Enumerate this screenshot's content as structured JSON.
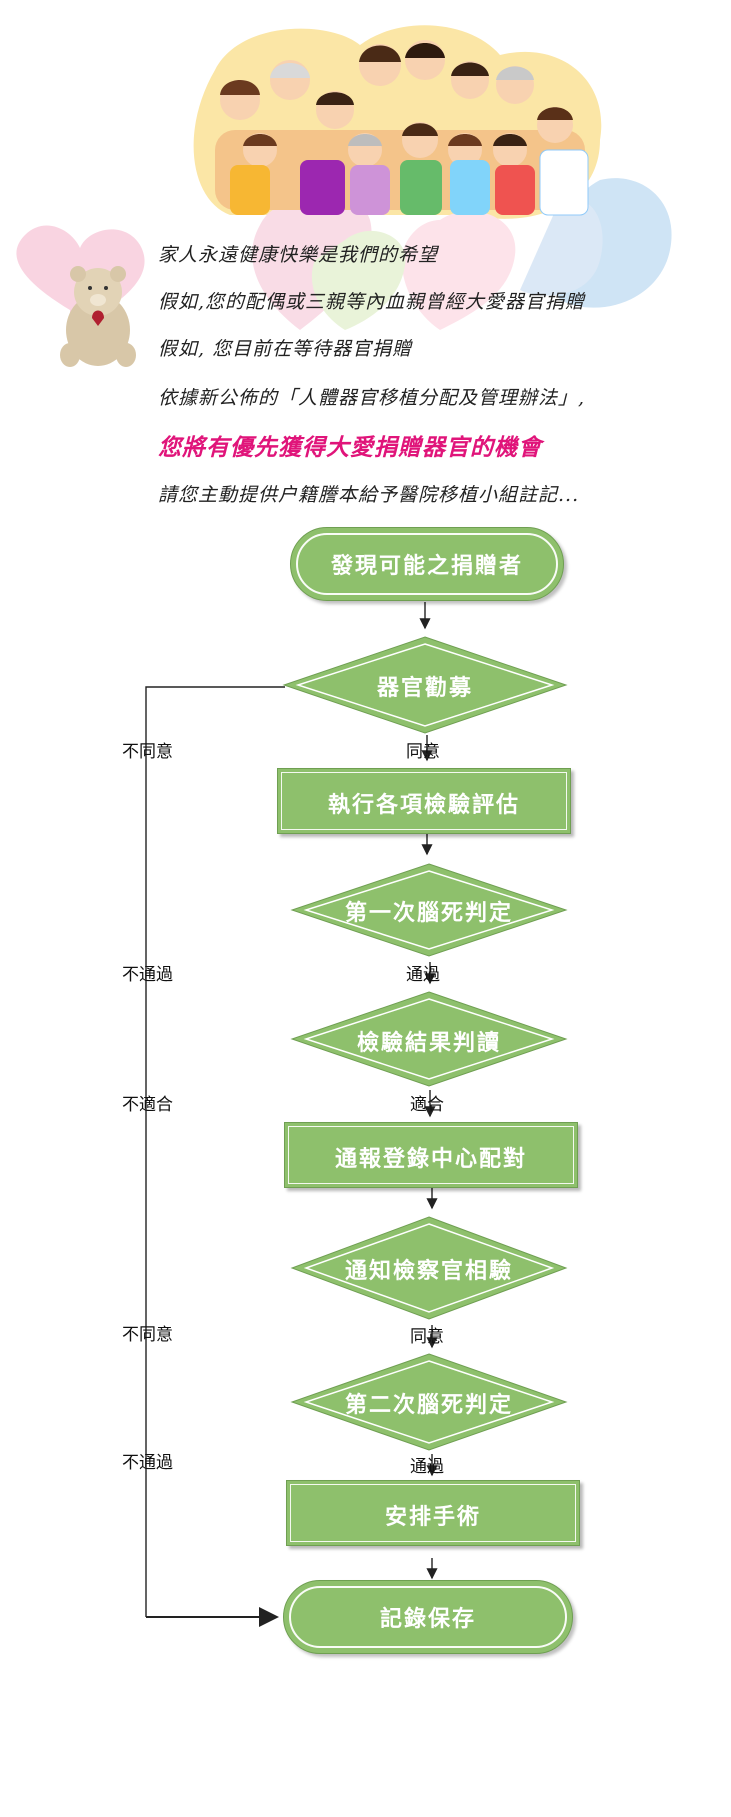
{
  "intro": {
    "lines": [
      "家人永遠健康快樂是我們的希望",
      "假如,您的配偶或三親等內血親曾經大愛器官捐贈",
      "假如, 您目前在等待器官捐贈",
      "依據新公佈的「人體器官移植分配及管理辦法」,",
      "您將有優先獲得大愛捐贈器官的機會",
      "請您主動提供户籍謄本給予醫院移植小組註記..."
    ]
  },
  "flowchart": {
    "nodes": {
      "start": "發現可能之捐贈者",
      "recruit": "器官勸募",
      "exam": "執行各項檢驗評估",
      "death1": "第一次腦死判定",
      "interpret": "檢驗結果判讀",
      "registry": "通報登錄中心配對",
      "prosecutor": "通知檢察官相驗",
      "death2": "第二次腦死判定",
      "surgery": "安排手術",
      "record": "記錄保存"
    },
    "yes_labels": {
      "recruit": "同意",
      "death1": "通過",
      "interpret": "適合",
      "prosecutor": "同意",
      "death2": "通過"
    },
    "no_labels": {
      "recruit": "不同意",
      "death1": "不通過",
      "interpret": "不適合",
      "prosecutor": "不同意",
      "death2": "不通過"
    }
  },
  "colors": {
    "node_fill": "#8ec06c",
    "highlight_text": "#e0147a"
  }
}
